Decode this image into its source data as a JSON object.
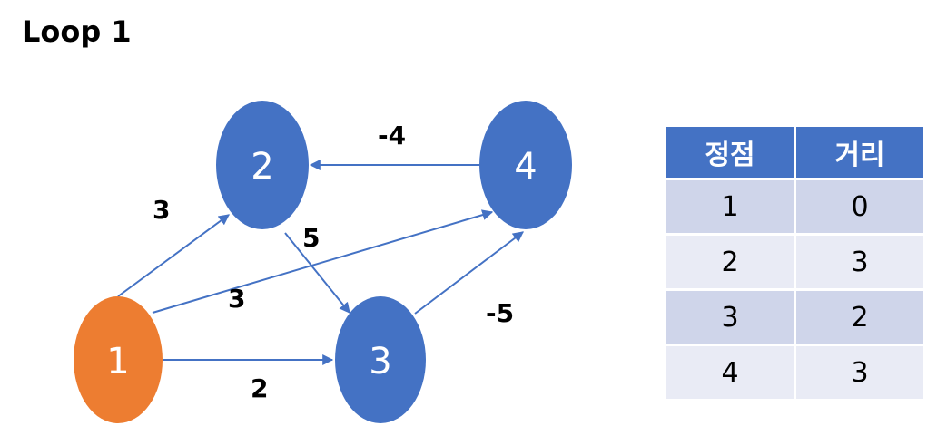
{
  "title": "Loop 1",
  "colors": {
    "node": "#4472c4",
    "source_node": "#ed7d31",
    "edge": "#4472c4",
    "table_header": "#4472c4"
  },
  "nodes": [
    {
      "id": "1",
      "label": "1",
      "source": true
    },
    {
      "id": "2",
      "label": "2",
      "source": false
    },
    {
      "id": "3",
      "label": "3",
      "source": false
    },
    {
      "id": "4",
      "label": "4",
      "source": false
    }
  ],
  "edges": [
    {
      "from": "1",
      "to": "2",
      "weight": "3"
    },
    {
      "from": "1",
      "to": "4",
      "weight": "3"
    },
    {
      "from": "1",
      "to": "3",
      "weight": "2"
    },
    {
      "from": "2",
      "to": "3",
      "weight": "5"
    },
    {
      "from": "3",
      "to": "4",
      "weight": "-5"
    },
    {
      "from": "4",
      "to": "2",
      "weight": "-4"
    }
  ],
  "table": {
    "headers": [
      "정점",
      "거리"
    ],
    "rows": [
      [
        "1",
        "0"
      ],
      [
        "2",
        "3"
      ],
      [
        "3",
        "2"
      ],
      [
        "4",
        "3"
      ]
    ]
  }
}
